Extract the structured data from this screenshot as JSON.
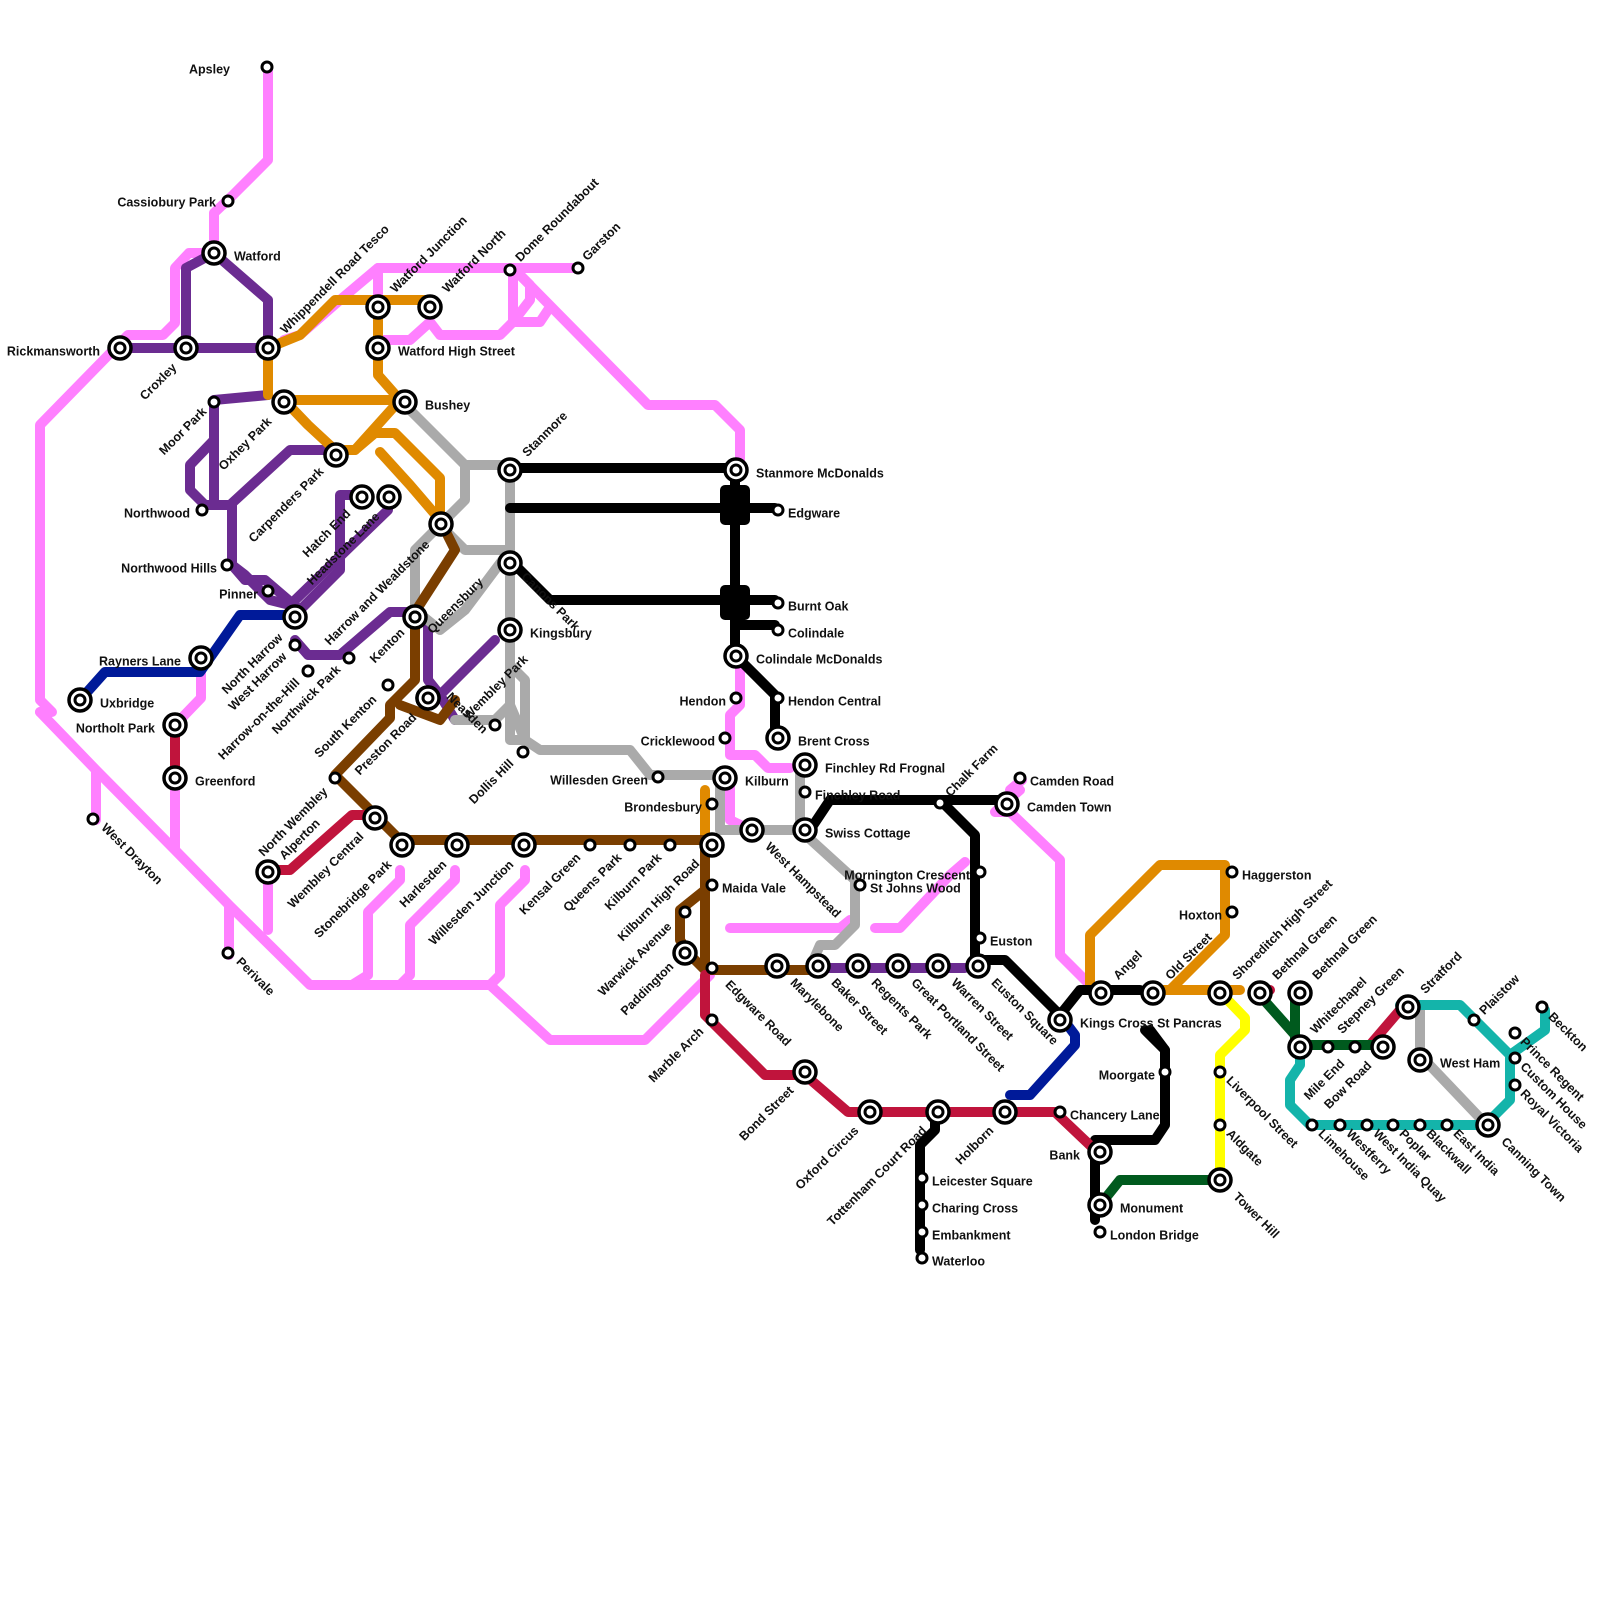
{
  "colors": {
    "pink": "#ff80ff",
    "purple": "#6b2c91",
    "orange": "#e08a00",
    "grey": "#aaaaaa",
    "black": "#000000",
    "brown": "#7a3e00",
    "navy": "#001a99",
    "red": "#c0143c",
    "green": "#005a1e",
    "yellow": "#ffff00",
    "teal": "#14b4aa"
  },
  "stations": [
    {
      "id": "apsley",
      "name": "Apsley",
      "t": "s"
    },
    {
      "id": "cassiobury",
      "name": "Cassiobury Park",
      "t": "s"
    },
    {
      "id": "watford",
      "name": "Watford",
      "t": "i"
    },
    {
      "id": "rickmansworth",
      "name": "Rickmansworth",
      "t": "i"
    },
    {
      "id": "croxley",
      "name": "Croxley",
      "t": "i"
    },
    {
      "id": "whippendell",
      "name": "Whippendell Road Tesco",
      "t": "i"
    },
    {
      "id": "watfordjn",
      "name": "Watford Junction",
      "t": "i"
    },
    {
      "id": "watfordnorth",
      "name": "Watford North",
      "t": "i"
    },
    {
      "id": "domeroundabout",
      "name": "Dome Roundabout",
      "t": "s"
    },
    {
      "id": "garston",
      "name": "Garston",
      "t": "s"
    },
    {
      "id": "watfordhigh",
      "name": "Watford High Street",
      "t": "i"
    },
    {
      "id": "moorpark",
      "name": "Moor Park",
      "t": "s"
    },
    {
      "id": "oxhey",
      "name": "Oxhey Park",
      "t": "i"
    },
    {
      "id": "bushey",
      "name": "Bushey",
      "t": "i"
    },
    {
      "id": "carpenders",
      "name": "Carpenders Park",
      "t": "i"
    },
    {
      "id": "hatchend",
      "name": "Hatch End",
      "t": "i"
    },
    {
      "id": "headstone",
      "name": "Headstone Lane",
      "t": "i"
    },
    {
      "id": "northwood",
      "name": "Northwood",
      "t": "s"
    },
    {
      "id": "northwoodhills",
      "name": "Northwood Hills",
      "t": "s"
    },
    {
      "id": "harrowweald",
      "name": "Harrow and Wealdstone",
      "t": "i"
    },
    {
      "id": "stanmore",
      "name": "Stanmore",
      "t": "i"
    },
    {
      "id": "stanmoremcd",
      "name": "Stanmore McDonalds",
      "t": "i"
    },
    {
      "id": "edgware",
      "name": "Edgware",
      "t": "s"
    },
    {
      "id": "canons",
      "name": "Canons Park",
      "t": "i"
    },
    {
      "id": "pinner",
      "name": "Pinner",
      "t": "s"
    },
    {
      "id": "northharrow",
      "name": "North Harrow",
      "t": "i"
    },
    {
      "id": "queensbury",
      "name": "Queensbury",
      "t": "i"
    },
    {
      "id": "kingsbury",
      "name": "Kingsbury",
      "t": "i"
    },
    {
      "id": "burntoak",
      "name": "Burnt Oak",
      "t": "s"
    },
    {
      "id": "colindale",
      "name": "Colindale",
      "t": "s"
    },
    {
      "id": "colindalemcd",
      "name": "Colindale McDonalds",
      "t": "i"
    },
    {
      "id": "westharrow",
      "name": "West Harrow",
      "t": "s"
    },
    {
      "id": "raynerslane",
      "name": "Rayners Lane",
      "t": "i"
    },
    {
      "id": "harrowhill",
      "name": "Harrow-on-the-Hill",
      "t": "s"
    },
    {
      "id": "northwickpark",
      "name": "Northwick Park",
      "t": "s"
    },
    {
      "id": "kenton",
      "name": "Kenton",
      "t": "s"
    },
    {
      "id": "uxbridge",
      "name": "Uxbridge",
      "t": "i"
    },
    {
      "id": "hendon",
      "name": "Hendon",
      "t": "s"
    },
    {
      "id": "hendoncentral",
      "name": "Hendon Central",
      "t": "s"
    },
    {
      "id": "wembleypark",
      "name": "Wembley Park",
      "t": "i"
    },
    {
      "id": "prestonroad",
      "name": "Preston Road",
      "t": "i"
    },
    {
      "id": "southkenton",
      "name": "South Kenton",
      "t": "s"
    },
    {
      "id": "neasden",
      "name": "Neasden",
      "t": "s"
    },
    {
      "id": "northoltpark",
      "name": "Northolt Park",
      "t": "i"
    },
    {
      "id": "cricklewood",
      "name": "Cricklewood",
      "t": "s"
    },
    {
      "id": "brentcross",
      "name": "Brent Cross",
      "t": "i"
    },
    {
      "id": "dollishill",
      "name": "Dollis Hill",
      "t": "s"
    },
    {
      "id": "finchleyfrognal",
      "name": "Finchley Rd Frognal",
      "t": "i"
    },
    {
      "id": "chalkfarm",
      "name": "Chalk Farm",
      "t": "s"
    },
    {
      "id": "camdenroad",
      "name": "Camden Road",
      "t": "s"
    },
    {
      "id": "willesdengreen",
      "name": "Willesden Green",
      "t": "s"
    },
    {
      "id": "kilburn",
      "name": "Kilburn",
      "t": "i"
    },
    {
      "id": "greenford",
      "name": "Greenford",
      "t": "i"
    },
    {
      "id": "finchleyroad",
      "name": "Finchley Road",
      "t": "s"
    },
    {
      "id": "camdentown",
      "name": "Camden Town",
      "t": "i"
    },
    {
      "id": "northwembley",
      "name": "North Wembley",
      "t": "s"
    },
    {
      "id": "brondesbury",
      "name": "Brondesbury",
      "t": "s"
    },
    {
      "id": "westdrayton",
      "name": "West Drayton",
      "t": "s"
    },
    {
      "id": "wembleycentral",
      "name": "Wembley Central",
      "t": "i"
    },
    {
      "id": "westhampstead",
      "name": "West Hampstead",
      "t": "i"
    },
    {
      "id": "swisscottage",
      "name": "Swiss Cottage",
      "t": "i"
    },
    {
      "id": "alperton",
      "name": "Alperton",
      "t": "i"
    },
    {
      "id": "stonebridge",
      "name": "Stonebridge Park",
      "t": "i"
    },
    {
      "id": "harlesden",
      "name": "Harlesden",
      "t": "i"
    },
    {
      "id": "willesdenjn",
      "name": "Willesden Junction",
      "t": "i"
    },
    {
      "id": "kensalgreen",
      "name": "Kensal Green",
      "t": "s"
    },
    {
      "id": "queenspark",
      "name": "Queens Park",
      "t": "s"
    },
    {
      "id": "kilburnpark",
      "name": "Kilburn Park",
      "t": "s"
    },
    {
      "id": "kilburnhigh",
      "name": "Kilburn High Road",
      "t": "i"
    },
    {
      "id": "maidavale",
      "name": "Maida Vale",
      "t": "s"
    },
    {
      "id": "morningtoncres",
      "name": "Mornington Crescent",
      "t": "s"
    },
    {
      "id": "stjohnswood",
      "name": "St Johns Wood",
      "t": "s"
    },
    {
      "id": "haggerston",
      "name": "Haggerston",
      "t": "s"
    },
    {
      "id": "hoxton",
      "name": "Hoxton",
      "t": "s"
    },
    {
      "id": "euston",
      "name": "Euston",
      "t": "s"
    },
    {
      "id": "warwickave",
      "name": "Warwick Avenue",
      "t": "s"
    },
    {
      "id": "paddington",
      "name": "Paddington",
      "t": "i"
    },
    {
      "id": "perivale",
      "name": "Perivale",
      "t": "s"
    },
    {
      "id": "marylebone",
      "name": "Marylebone",
      "t": "i"
    },
    {
      "id": "bakerstreet",
      "name": "Baker Street",
      "t": "i"
    },
    {
      "id": "regentspark",
      "name": "Regents Park",
      "t": "i"
    },
    {
      "id": "gtportland",
      "name": "Great Portland Street",
      "t": "i"
    },
    {
      "id": "warrenstreet",
      "name": "Warren Street",
      "t": "i"
    },
    {
      "id": "eustonsq",
      "name": "Euston Square",
      "t": "i"
    },
    {
      "id": "angel",
      "name": "Angel",
      "t": "i"
    },
    {
      "id": "oldstreet",
      "name": "Old Street",
      "t": "i"
    },
    {
      "id": "shoreditch",
      "name": "Shoreditch High Street",
      "t": "i"
    },
    {
      "id": "bethnalgreen1",
      "name": "Bethnal Green",
      "t": "i"
    },
    {
      "id": "bethnalgreen2",
      "name": "Bethnal Green",
      "t": "i"
    },
    {
      "id": "stratford",
      "name": "Stratford",
      "t": "i"
    },
    {
      "id": "plaistow",
      "name": "Plaistow",
      "t": "s"
    },
    {
      "id": "beckton",
      "name": "Beckton",
      "t": "s"
    },
    {
      "id": "kingscross",
      "name": "Kings Cross St Pancras",
      "t": "i"
    },
    {
      "id": "edgwareroad",
      "name": "Edgware Road",
      "t": "s"
    },
    {
      "id": "marblearch",
      "name": "Marble Arch",
      "t": "s"
    },
    {
      "id": "whitechapel",
      "name": "Whitechapel",
      "t": "i"
    },
    {
      "id": "stepneygreen",
      "name": "Stepney Green",
      "t": "s"
    },
    {
      "id": "mileend",
      "name": "Mile End",
      "t": "s"
    },
    {
      "id": "bowroad",
      "name": "Bow Road",
      "t": "i"
    },
    {
      "id": "westham",
      "name": "West Ham",
      "t": "i"
    },
    {
      "id": "princeregent",
      "name": "Prince Regent",
      "t": "s"
    },
    {
      "id": "customhouse",
      "name": "Custom House",
      "t": "s"
    },
    {
      "id": "moorgate",
      "name": "Moorgate",
      "t": "s"
    },
    {
      "id": "liverpoolst",
      "name": "Liverpool Street",
      "t": "s"
    },
    {
      "id": "bondstreet",
      "name": "Bond Street",
      "t": "i"
    },
    {
      "id": "royalvictoria",
      "name": "Royal Victoria",
      "t": "s"
    },
    {
      "id": "oxfordcircus",
      "name": "Oxford Circus",
      "t": "i"
    },
    {
      "id": "tottenham",
      "name": "Tottenham Court Road",
      "t": "i"
    },
    {
      "id": "holborn",
      "name": "Holborn",
      "t": "i"
    },
    {
      "id": "chancerylane",
      "name": "Chancery Lane",
      "t": "s"
    },
    {
      "id": "aldgate",
      "name": "Aldgate",
      "t": "s"
    },
    {
      "id": "limehouse",
      "name": "Limehouse",
      "t": "s"
    },
    {
      "id": "westferry",
      "name": "Westferry",
      "t": "s"
    },
    {
      "id": "westindiaquay",
      "name": "West India Quay",
      "t": "s"
    },
    {
      "id": "poplar",
      "name": "Poplar",
      "t": "s"
    },
    {
      "id": "blackwall",
      "name": "Blackwall",
      "t": "s"
    },
    {
      "id": "eastindia",
      "name": "East India",
      "t": "s"
    },
    {
      "id": "canningtown",
      "name": "Canning Town",
      "t": "i"
    },
    {
      "id": "bank",
      "name": "Bank",
      "t": "i"
    },
    {
      "id": "leicestersq",
      "name": "Leicester Square",
      "t": "s"
    },
    {
      "id": "toweRhill",
      "name": "Tower Hill",
      "t": "i"
    },
    {
      "id": "charingcross",
      "name": "Charing Cross",
      "t": "s"
    },
    {
      "id": "monument",
      "name": "Monument",
      "t": "i"
    },
    {
      "id": "embankment",
      "name": "Embankment",
      "t": "s"
    },
    {
      "id": "londonbridge",
      "name": "London Bridge",
      "t": "s"
    },
    {
      "id": "waterloo",
      "name": "Waterloo",
      "t": "s"
    }
  ]
}
